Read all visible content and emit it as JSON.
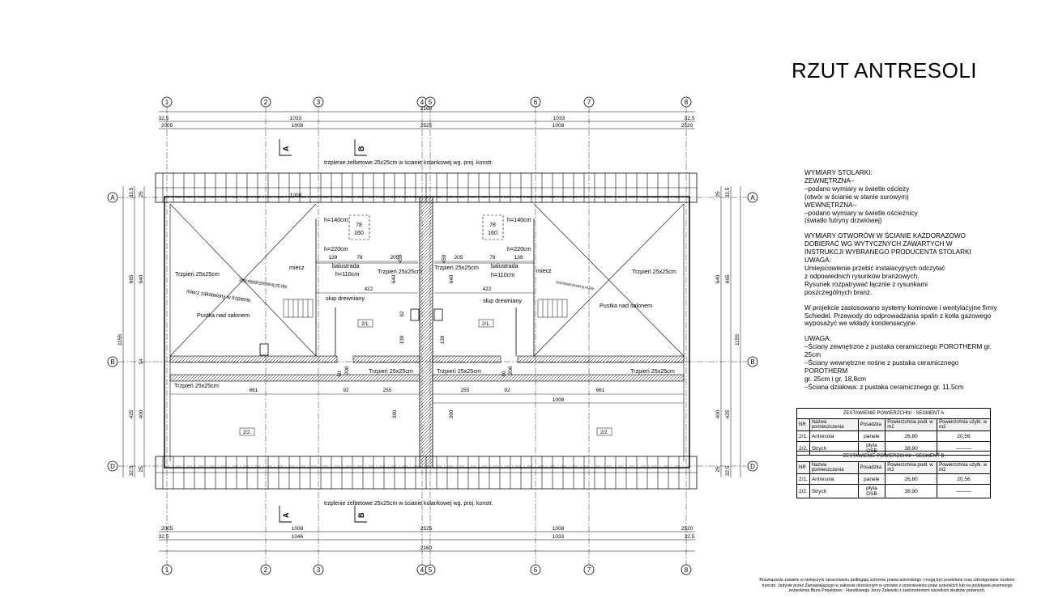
{
  "title": "RZUT ANTRESOLI",
  "axes": {
    "numbers": [
      "1",
      "2",
      "3",
      "4",
      "5",
      "6",
      "7",
      "8"
    ],
    "letters": [
      "A",
      "B",
      "D"
    ]
  },
  "dims": {
    "top1_left": "32,5",
    "top1_mid": "1033",
    "top1_center": "2160",
    "top1_mid2": "1033",
    "top1_right": "32,5",
    "top2_left": "2005",
    "top2_mid": "1008",
    "top2_center": "2525",
    "top2_mid2": "1008",
    "top2_right": "2520",
    "bot1_left": "2005",
    "bot1_mid": "1008",
    "bot1_center": "2525",
    "bot1_mid2": "1008",
    "bot1_right": "2520",
    "bot2_left": "32,5",
    "bot2_mid": "1046",
    "bot2_mid2": "1033",
    "bot2_right": "32,5",
    "bot3": "2160",
    "left_665": "665",
    "left_1155": "1155",
    "left_425": "425",
    "left_640": "640",
    "left_400": "400",
    "left_325": "32,5",
    "left_25": "25",
    "left_14": "14",
    "inner_1008": "1008",
    "inner_1008b": "1008",
    "d139": "139",
    "d78": "78",
    "d205": "205",
    "d422": "422",
    "d661": "661",
    "d92": "92",
    "d255": "255",
    "d390": "390",
    "d62": "62",
    "d459": "459",
    "d200": "200",
    "d80": "80",
    "d160": "160"
  },
  "labels": {
    "ring_top": "trzplenie żelbetowe 25x25cm w ścianie kolankowej wg. proj. konstr.",
    "ring_bot": "trzplenie żelbetowe 25x25cm w ścianie kolankowej wg. proj. konstr.",
    "trzpien": "Trzpień 25x25cm",
    "miecz_zak": "miecz zakotwiony w trzpieniu",
    "schody": "Schody młynarskie przesuwne wg. proj. indyw.",
    "schody_small": "Schody młynarskie przesuwne wg. proj. indyw.",
    "miecz": "miecz",
    "balustrada": "balustrada",
    "h110": "h=110cm",
    "h140": "h=140cm",
    "h220": "h=220cm",
    "slup": "słup drewniany",
    "pustka": "Pustka nad salonem",
    "room21": "2/1.",
    "room22": "2/2.",
    "sec_a": "A",
    "sec_b": "B"
  },
  "notes": {
    "l1": "WYMIARY STOLARKI:",
    "l2": "ZEWNĘTRZNA–",
    "l3": "–podano wymiary w świetle ościeży",
    "l4": "(otwór w ścianie w stanie surowym)",
    "l5": "WEWNĘTRZNA–",
    "l6": "–podano wymiary w świetle ościeżnicy",
    "l7": "(światło futryny drzwiowej)",
    "l8": "WYMIARY OTWORÓW W ŚCIANIE KAŻDORAZOWO",
    "l9": "DOBIERAĆ WG WYTYCZNYCH ZAWARTYCH W",
    "l10": "INSTRUKCJI WYBRANEGO PRODUCENTA STOLARKI",
    "l11": "UWAGA:",
    "l12": "Umiejscowienie przebić instalacyjnych odczytać",
    "l13": "z odpowiednich rysunków branżowych.",
    "l14": "Rysunek rozpatrywać łącznie z rysunkami",
    "l15": "poszczególnych branż.",
    "l16": "W projekcie zastosowano systemy kominowe i wentylacyjne firmy",
    "l17": "Schiedel. Przewody do odprowadzania spalin z kotła gazowego",
    "l18": "wyposażyć we wkłady kondensacyjne.",
    "l19": "UWAGA:",
    "l20": "–Ściany zewnętrzne z pustaka ceramicznego POROTHERM gr.",
    "l21": "25cm",
    "l22": "–Ściany wewnętrzne nośne z pustaka ceramicznego",
    "l23": "POROTHERM",
    "l24": "gr. 25cm i gr. 18,8cm",
    "l25": "–Ściana działowa: z pustaka ceramicznego gr. 11,5cm"
  },
  "tables": [
    {
      "caption": "ZESTAWIENIE POWIERZCHNI - SEGMENT A",
      "headers": [
        "NR",
        "Nazwa pomieszczenia",
        "Posadzka",
        "Powierzchnia podł. w m2",
        "Powierzchnia użytk. w m2"
      ],
      "rows": [
        [
          "2/1.",
          "Antresola",
          "panele",
          "26,80",
          "20,56"
        ],
        [
          "2/2.",
          "Strych",
          "płyta OSB",
          "38,90",
          "———"
        ]
      ]
    },
    {
      "caption": "ZESTAWIENIE POWIERZCHNI - SEGMENT B",
      "headers": [
        "NR",
        "Nazwa pomieszczenia",
        "Posadzka",
        "Powierzchnia podł. w m2",
        "Powierzchnia użytk. w m2"
      ],
      "rows": [
        [
          "2/1.",
          "Antresola",
          "panele",
          "26,80",
          "20,56"
        ],
        [
          "2/2.",
          "Strych",
          "płyta OSB",
          "38,90",
          "———"
        ]
      ]
    }
  ],
  "footer": "Rozwiązania zawarte w niniejszym opracowaniu podlegają ochronie prawa autorskiego i mogą być powielane oraz udostępniane osobom trzecim. Jedynie przez Zamawiającego w zakresie określonym w umowie o przeniesieniu praw autorskich lub na podstawie pisemnego zezwolenia Biura Projektowo - Handlowego Jerzy Zalewski z zastrzeżeniem wszelkich skutków prawnych."
}
